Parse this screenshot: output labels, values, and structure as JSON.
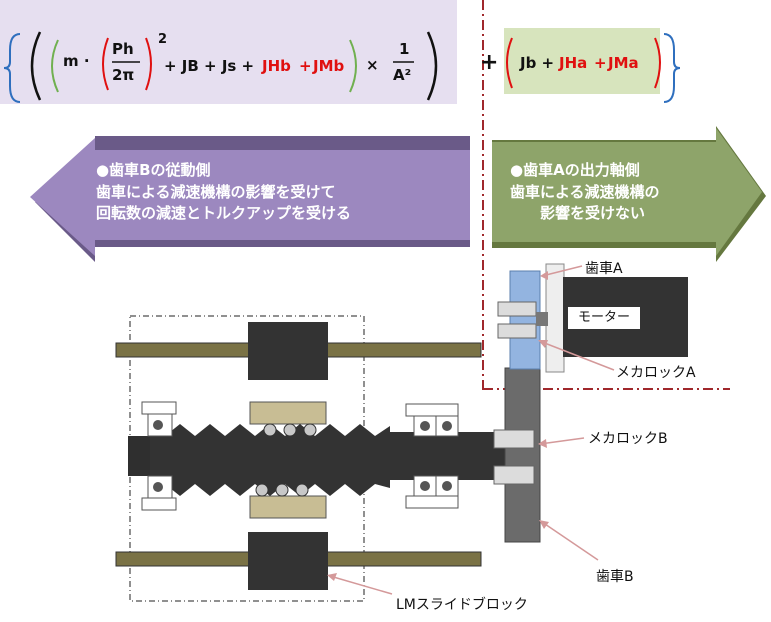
{
  "formula": {
    "m": "m ·",
    "ph": "Ph",
    "two_pi": "2π",
    "exponent": "2",
    "plus_jb_js": "+ JB +  Js +",
    "jhb": "JHb",
    "plus1": "+",
    "jmb": "JMb",
    "times": "×",
    "one": "1",
    "a_sq": "A²",
    "big_plus": "+",
    "jb_small": "Jb +",
    "jha": "JHa",
    "plus2": "+",
    "jma": "JMa"
  },
  "left_arrow": {
    "title": "●歯車Bの従動側",
    "line1": "歯車による減速機構の影響を受けて",
    "line2": "回転数の減速とトルクアップを受ける"
  },
  "right_arrow": {
    "title": "●歯車Aの出力軸側",
    "line1": "歯車による減速機構の",
    "line2": "影響を受けない"
  },
  "labels": {
    "gear_a": "歯車A",
    "motor": "モーター",
    "mechalock_a": "メカロックA",
    "mechalock_b": "メカロックB",
    "gear_b": "歯車B",
    "lm_block": "LMスライドブロック"
  },
  "colors": {
    "formula_left_bg": "#e6dff0",
    "formula_right_bg": "#d7e4bd",
    "left_arrow": "#9c88bf",
    "right_arrow": "#8ea46a",
    "rail": "#7a7245",
    "dark": "#333333",
    "divider": "#a0282c"
  }
}
